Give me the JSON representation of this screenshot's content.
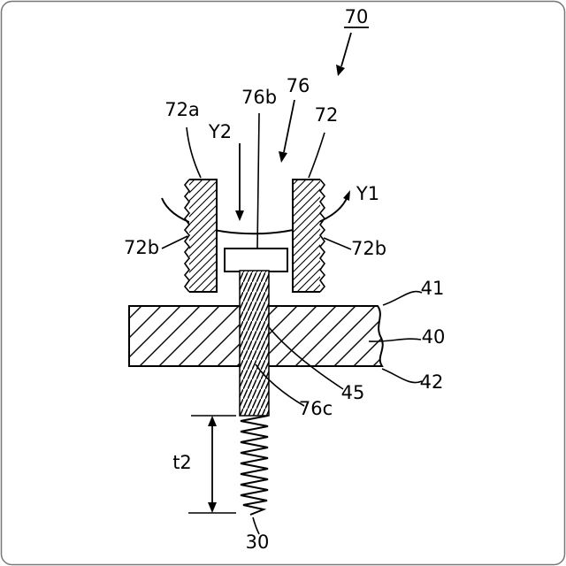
{
  "figure": {
    "background": "#ffffff",
    "line_color": "#000000",
    "labels": {
      "l70": "70",
      "l76": "76",
      "l76b": "76b",
      "l72": "72",
      "l72a": "72a",
      "ly2": "Y2",
      "ly1": "Y1",
      "l72b_left": "72b",
      "l72b_right": "72b",
      "l41": "41",
      "l40": "40",
      "l42": "42",
      "l45": "45",
      "l76c": "76c",
      "lt2": "t2",
      "l30": "30"
    }
  }
}
